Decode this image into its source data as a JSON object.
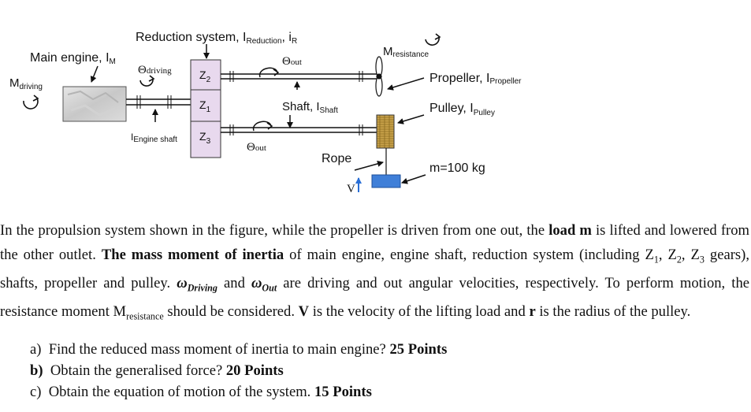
{
  "figure": {
    "labels": {
      "reduction_system_main": "Reduction system, I",
      "reduction_system_sub": "Reduction",
      "reduction_system_sep": ", i",
      "reduction_system_sub2": "R",
      "main_engine_main": "Main engine, I",
      "main_engine_sub": "M",
      "m_driving_main": "M",
      "m_driving_sub": "driving",
      "theta_driving_main": "Θ",
      "theta_driving_sub": "driving",
      "theta_out_top_main": "Θ",
      "theta_out_top_sub": "out",
      "theta_out_bottom_main": "Θ",
      "theta_out_bottom_sub": "out",
      "z2_main": "Z",
      "z2_sub": "2",
      "z1_main": "Z",
      "z1_sub": "1",
      "z3_main": "Z",
      "z3_sub": "3",
      "engine_shaft_main": "I",
      "engine_shaft_sub": "Engine shaft",
      "shaft_main": "Shaft, I",
      "shaft_sub": "Shaft",
      "m_resistance_main": "M",
      "m_resistance_sub": "resistance",
      "propeller_main": "Propeller, I",
      "propeller_sub": "Propeller",
      "pulley_main": "Pulley, I",
      "pulley_sub": "Pulley",
      "rope": "Rope",
      "mass": "m=100 kg",
      "velocity": "V"
    }
  },
  "problem": {
    "p1": "In the propulsion system shown in the figure, while the propeller is driven from one out, the ",
    "p2": "load m",
    "p3": " is lifted and lowered from the other outlet. ",
    "p4": "The mass moment of inertia",
    "p5": " of main engine, engine shaft, reduction system (including Z",
    "p6": "1",
    "p7": ", Z",
    "p8": "2",
    "p9": ", Z",
    "p10": "3",
    "p11": " gears), shafts, propeller and pulley. ",
    "p12": "ω",
    "p13": "Driving",
    "p14": " and ",
    "p15": "ω",
    "p16": "Out",
    "p17": " are driving and out angular velocities, respectively. To perform motion, the resistance moment M",
    "p18": "resistance",
    "p19": " should be considered. ",
    "p20": "V",
    "p21": " is the velocity of the lifting load and ",
    "p22": "r",
    "p23": " is the radius of the pulley."
  },
  "questions": [
    {
      "letter": "a)",
      "text": "Find the reduced mass moment of inertia to main engine? ",
      "points": "25 Points"
    },
    {
      "letter": "b)",
      "text": "Obtain the generalised force? ",
      "points": "20 Points"
    },
    {
      "letter": "c)",
      "text": "Obtain the equation of motion of the system. ",
      "points": "15 Points"
    }
  ]
}
